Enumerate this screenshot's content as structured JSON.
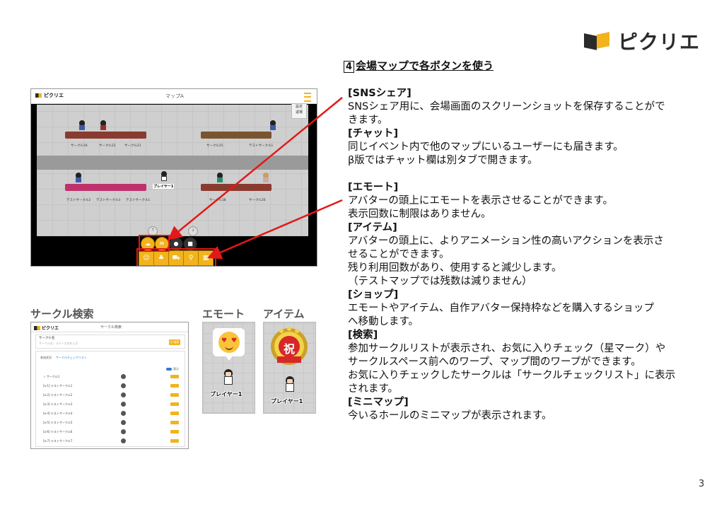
{
  "logo": {
    "text": "ピクリエ"
  },
  "heading": {
    "num": "4",
    "text": "会場マップで各ボタンを使う"
  },
  "sections": [
    {
      "title": "[SNSシェア]",
      "lines": [
        "SNSシェア用に、会場画面のスクリーンショットを保存することがで",
        "きます。"
      ]
    },
    {
      "title": "[チャット]",
      "lines": [
        "同じイベント内で他のマップにいるユーザーにも届きます。",
        "β版ではチャット欄は別タブで開きます。"
      ]
    },
    {
      "title": "[エモート]",
      "lines": [
        "アバターの頭上にエモートを表示させることができます。",
        "表示回数に制限はありません。"
      ]
    },
    {
      "title": "[アイテム]",
      "lines": [
        "アバターの頭上に、よりアニメーション性の高いアクションを表示さ",
        "せることができます。",
        "残り利用回数があり、使用すると減少します。",
        "（テストマップでは残数は減りません）"
      ]
    },
    {
      "title": "[ショップ]",
      "lines": [
        "エモートやアイテム、自作アバター保持枠などを購入するショップ",
        "へ移動します。"
      ]
    },
    {
      "title": "[検索]",
      "lines": [
        "参加サークルリストが表示され、お気に入りチェック（星マーク）や",
        "サークルスペース前へのワープ、マップ間のワープができます。",
        "お気に入りチェックしたサークルは「サークルチェックリスト」に表示",
        "されます。"
      ]
    },
    {
      "title": "[ミニマップ]",
      "lines": [
        "今いるホールのミニマップが表示されます。"
      ]
    }
  ],
  "game": {
    "logo": "ピクリエ",
    "title": "マップA",
    "setting_label_1": "設定",
    "setting_label_2": "退場",
    "player_name": "プレイヤー1",
    "booth_labels": [
      "サークル16",
      "サークル22",
      "サークル21",
      "サークル25",
      "テストサークル1",
      "テストサークル2",
      "テストサークル3",
      "サークル28",
      "サークル26"
    ]
  },
  "captions": {
    "circle_search": "サークル検索",
    "emote": "エモート",
    "item": "アイテム"
  },
  "circle_search": {
    "logo": "ピクリエ",
    "title": "サークル検索",
    "field_label": "サークル名",
    "placeholder": "サークル名・スペース名を入力",
    "search_button": "Q 検索",
    "tab_all": "参加状況",
    "tab_check": "サークルチェックリスト",
    "toggle_label": "表示",
    "rows": [
      "☆ サークル1",
      "[a-1] テストサークル1",
      "[a-2] テストサークル2",
      "[a-3] テストサークル3",
      "[a-4] テストサークル4",
      "[a-5] テストサークル5",
      "[a-6] テストサークル6",
      "[a-7] テストサークル7"
    ]
  },
  "emote_card": {
    "player_name": "プレイヤー1"
  },
  "item_card": {
    "player_name": "プレイヤー1",
    "badge_char": "祝"
  },
  "page_number": "3",
  "colors": {
    "accent": "#f2b31c",
    "arrow": "#e31818",
    "dark": "#2b2b2b"
  }
}
